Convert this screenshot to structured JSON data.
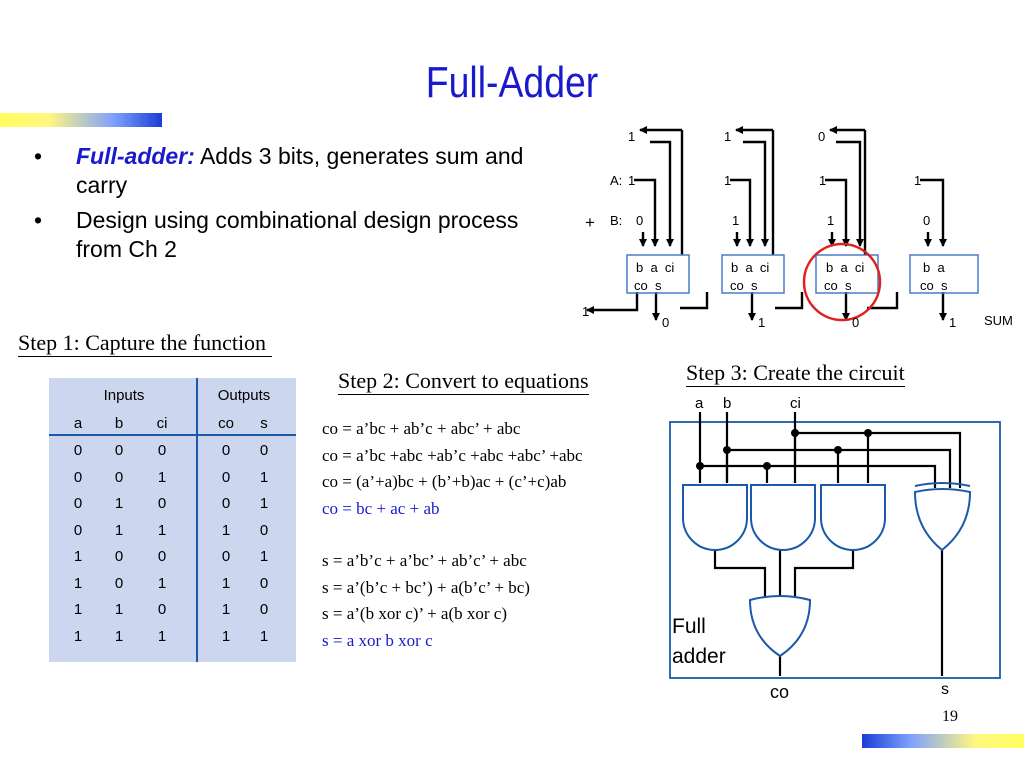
{
  "slide": {
    "title": "Full-Adder",
    "page_number": "19"
  },
  "bullets": [
    {
      "bold_italic": "Full-adder:",
      "text": " Adds 3 bits, generates sum and carry"
    },
    {
      "bold_italic": "",
      "text": "Design using combinational design process from Ch 2"
    }
  ],
  "steps": {
    "step1": "Step 1: Capture the function",
    "step2": "Step 2: Convert to equations",
    "step3": "Step 3: Create the circuit"
  },
  "truth_table": {
    "group_headers": [
      "Inputs",
      "Outputs"
    ],
    "columns": [
      "a",
      "b",
      "ci",
      "co",
      "s"
    ],
    "rows": [
      [
        "0",
        "0",
        "0",
        "0",
        "0"
      ],
      [
        "0",
        "0",
        "1",
        "0",
        "1"
      ],
      [
        "0",
        "1",
        "0",
        "0",
        "1"
      ],
      [
        "0",
        "1",
        "1",
        "1",
        "0"
      ],
      [
        "1",
        "0",
        "0",
        "0",
        "1"
      ],
      [
        "1",
        "0",
        "1",
        "1",
        "0"
      ],
      [
        "1",
        "1",
        "0",
        "1",
        "0"
      ],
      [
        "1",
        "1",
        "1",
        "1",
        "1"
      ]
    ]
  },
  "equations": {
    "co": [
      "co = a’bc + ab’c + abc’ + abc",
      "co = a’bc +abc +ab’c +abc +abc’ +abc",
      "co = (a’+a)bc + (b’+b)ac + (c’+c)ab",
      "co = bc + ac + ab"
    ],
    "s": [
      "s = a’b’c + a’bc’ + ab’c’ + abc",
      "s = a’(b’c + bc’) + a(b’c’ + bc)",
      "s = a’(b xor c)’ + a(b xor c)",
      "s = a xor b xor c"
    ],
    "highlight_color": "#1a1acc"
  },
  "adder_chain": {
    "carry_outs": [
      "1",
      "1",
      "0"
    ],
    "a_label": "A:",
    "b_label": "B:",
    "plus": "+",
    "a_bits": [
      "1",
      "1",
      "1",
      "1"
    ],
    "b_bits": [
      "0",
      "1",
      "1",
      "0"
    ],
    "block_inputs_full": "b  a  ci",
    "block_inputs_half": "b  a",
    "block_outputs": "co  s",
    "final_carry": "1",
    "sum_bits": [
      "0",
      "1",
      "0",
      "1"
    ],
    "sum_label": "SUM",
    "highlight_color": "#dd2222"
  },
  "circuit": {
    "input_labels": [
      "a",
      "b",
      "ci"
    ],
    "output_labels": [
      "co",
      "s"
    ],
    "block_label_line1": "Full",
    "block_label_line2": "adder",
    "line_color": "#1a5aa8"
  }
}
